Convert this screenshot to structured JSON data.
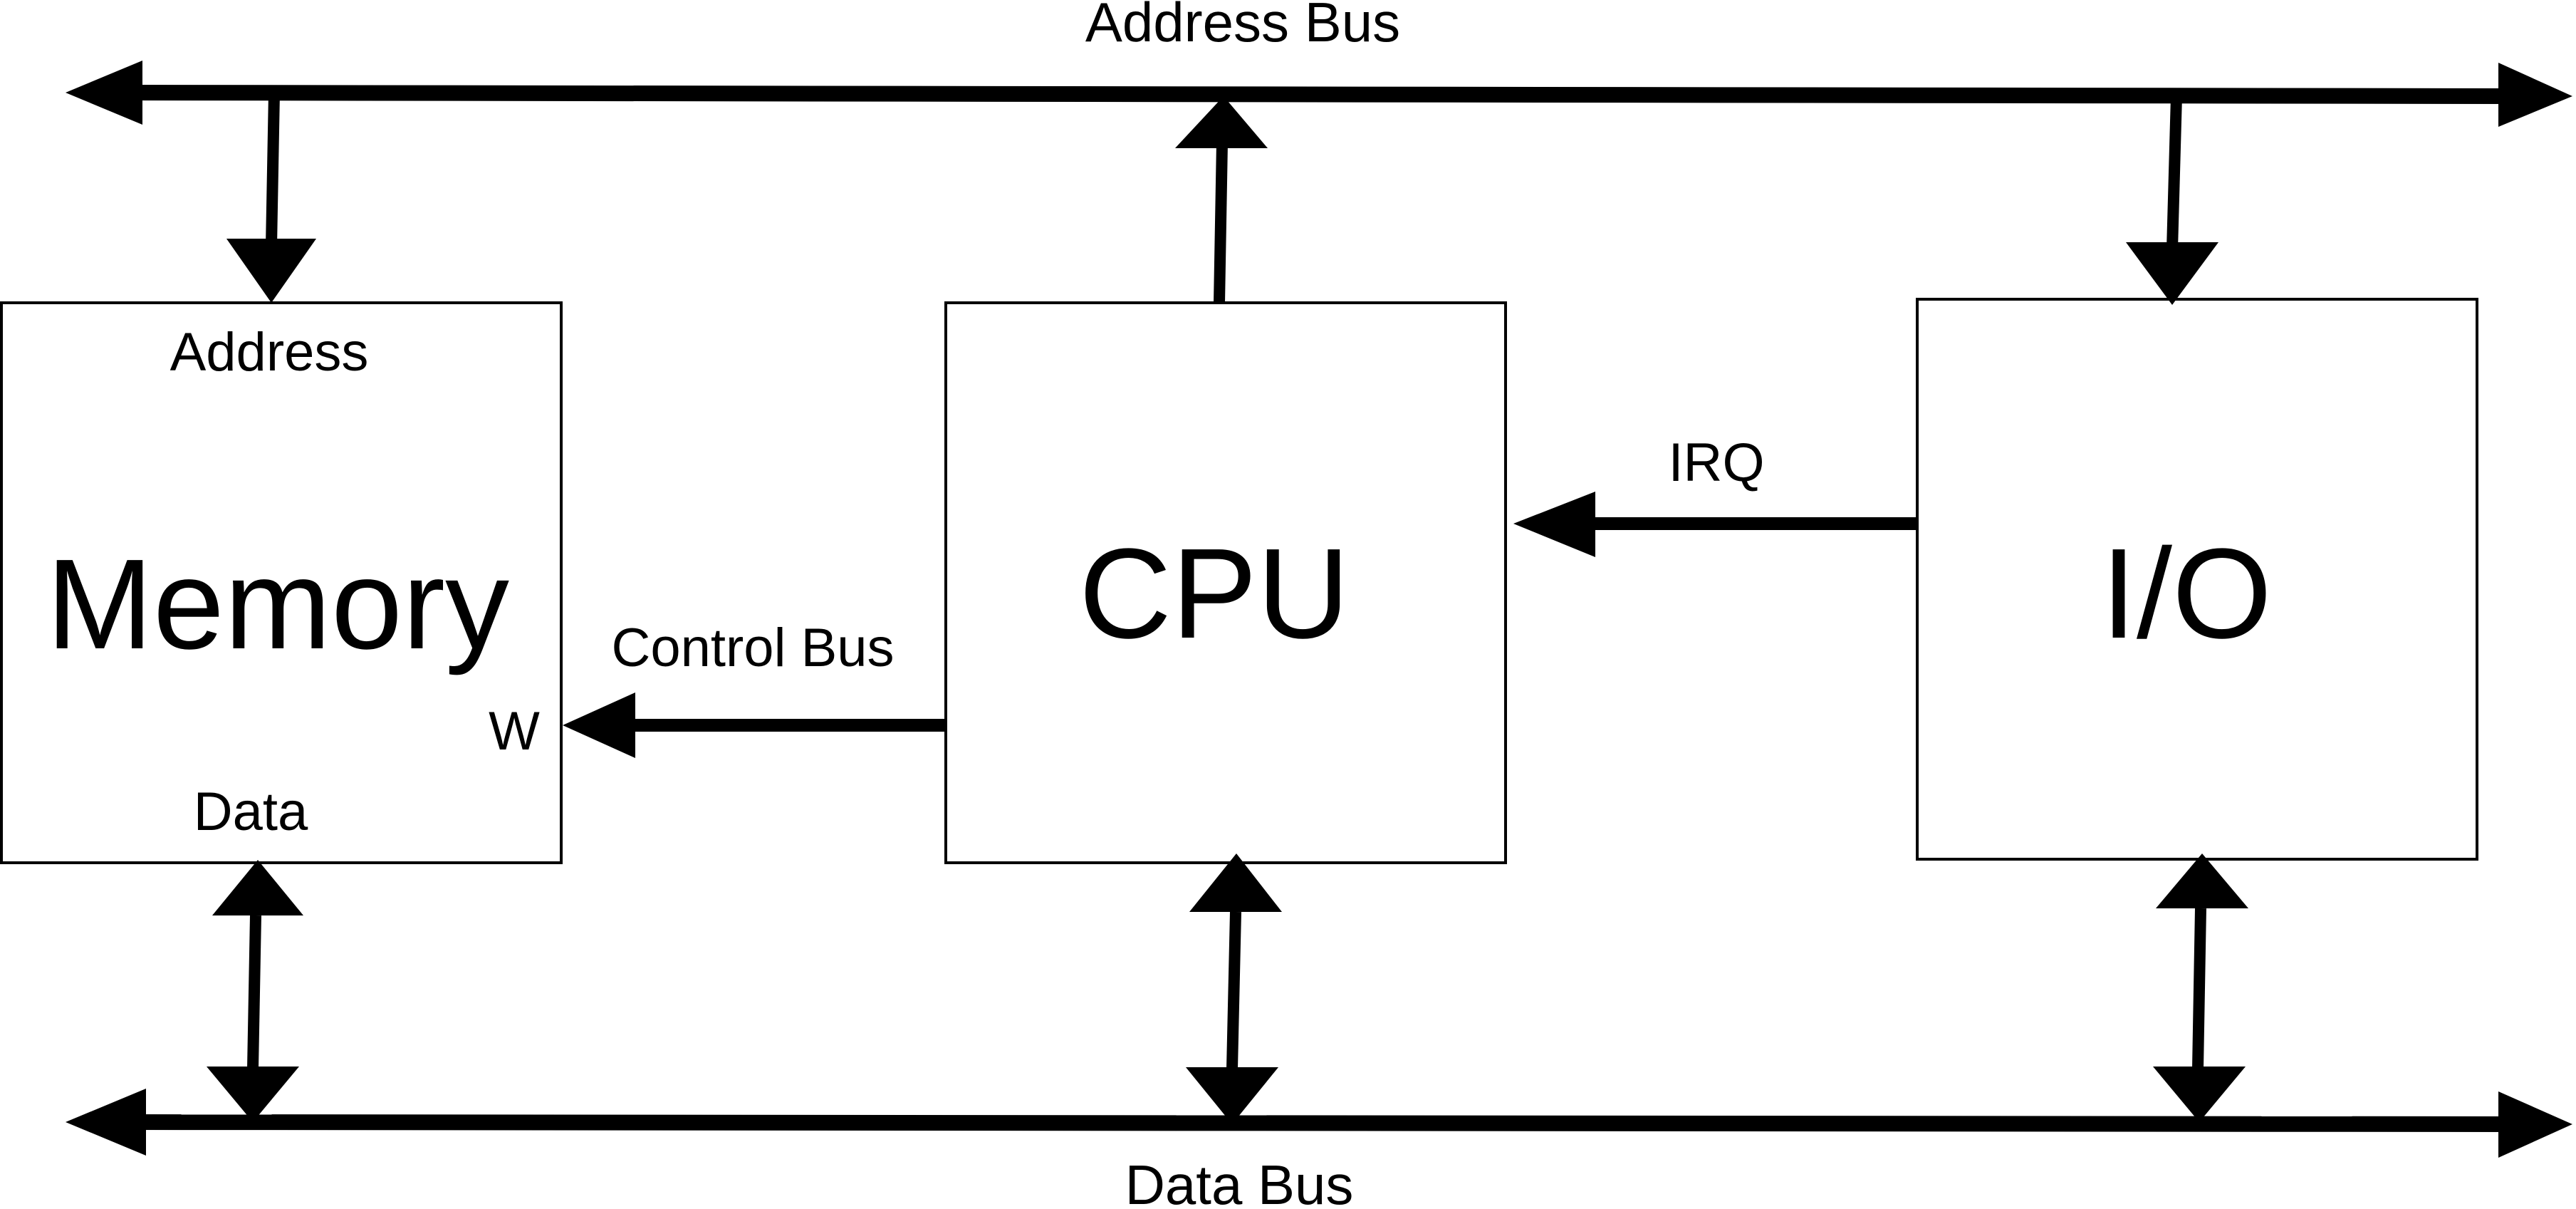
{
  "diagram": {
    "address_bus": "Address Bus",
    "data_bus": "Data Bus",
    "control_bus": "Control Bus",
    "irq": "IRQ",
    "memory": {
      "title": "Memory",
      "address_port": "Address",
      "data_port": "Data",
      "write_port": "W"
    },
    "cpu": {
      "title": "CPU"
    },
    "io": {
      "title": "I/O"
    }
  },
  "colors": {
    "stroke": "#000000",
    "background": "#ffffff"
  }
}
